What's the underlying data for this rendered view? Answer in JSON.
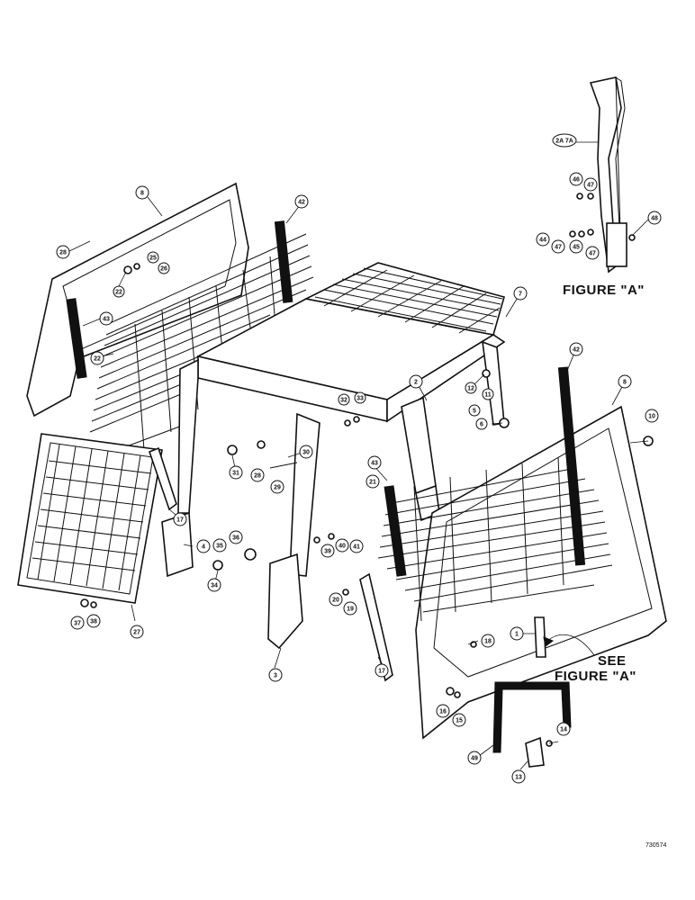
{
  "figure": {
    "detail_title": "FIGURE \"A\"",
    "see_text": "SEE",
    "see_figure_text": "FIGURE \"A\"",
    "drawing_number": "730574"
  },
  "callouts": [
    {
      "id": "c-8-left",
      "label": "8"
    },
    {
      "id": "c-28",
      "label": "28"
    },
    {
      "id": "c-25",
      "label": "25"
    },
    {
      "id": "c-26",
      "label": "26"
    },
    {
      "id": "c-22a",
      "label": "22"
    },
    {
      "id": "c-42-top",
      "label": "42"
    },
    {
      "id": "c-43-left",
      "label": "43"
    },
    {
      "id": "c-22b",
      "label": "22"
    },
    {
      "id": "c-7",
      "label": "7"
    },
    {
      "id": "c-12",
      "label": "12"
    },
    {
      "id": "c-11",
      "label": "11"
    },
    {
      "id": "c-42-right",
      "label": "42"
    },
    {
      "id": "c-8-right",
      "label": "8"
    },
    {
      "id": "c-10",
      "label": "10"
    },
    {
      "id": "c-32",
      "label": "32"
    },
    {
      "id": "c-33",
      "label": "33"
    },
    {
      "id": "c-5",
      "label": "5"
    },
    {
      "id": "c-6",
      "label": "6"
    },
    {
      "id": "c-2",
      "label": "2"
    },
    {
      "id": "c-30",
      "label": "30"
    },
    {
      "id": "c-31",
      "label": "31"
    },
    {
      "id": "c-28b",
      "label": "28"
    },
    {
      "id": "c-29",
      "label": "29"
    },
    {
      "id": "c-43-right",
      "label": "43"
    },
    {
      "id": "c-21",
      "label": "21"
    },
    {
      "id": "c-17a",
      "label": "17"
    },
    {
      "id": "c-4",
      "label": "4"
    },
    {
      "id": "c-36",
      "label": "36"
    },
    {
      "id": "c-35",
      "label": "35"
    },
    {
      "id": "c-34",
      "label": "34"
    },
    {
      "id": "c-39",
      "label": "39"
    },
    {
      "id": "c-40",
      "label": "40"
    },
    {
      "id": "c-41",
      "label": "41"
    },
    {
      "id": "c-20",
      "label": "20"
    },
    {
      "id": "c-19",
      "label": "19"
    },
    {
      "id": "c-37",
      "label": "37"
    },
    {
      "id": "c-38",
      "label": "38"
    },
    {
      "id": "c-27",
      "label": "27"
    },
    {
      "id": "c-3",
      "label": "3"
    },
    {
      "id": "c-17b",
      "label": "17"
    },
    {
      "id": "c-18",
      "label": "18"
    },
    {
      "id": "c-1",
      "label": "1"
    },
    {
      "id": "c-16",
      "label": "16"
    },
    {
      "id": "c-15",
      "label": "15"
    },
    {
      "id": "c-14",
      "label": "14"
    },
    {
      "id": "c-49",
      "label": "49"
    },
    {
      "id": "c-13",
      "label": "13"
    },
    {
      "id": "c-2a",
      "label": "2A 7A"
    },
    {
      "id": "c-46",
      "label": "46"
    },
    {
      "id": "c-47a",
      "label": "47"
    },
    {
      "id": "c-48",
      "label": "48"
    },
    {
      "id": "c-44",
      "label": "44"
    },
    {
      "id": "c-47b",
      "label": "47"
    },
    {
      "id": "c-45",
      "label": "45"
    },
    {
      "id": "c-47c",
      "label": "47"
    }
  ]
}
